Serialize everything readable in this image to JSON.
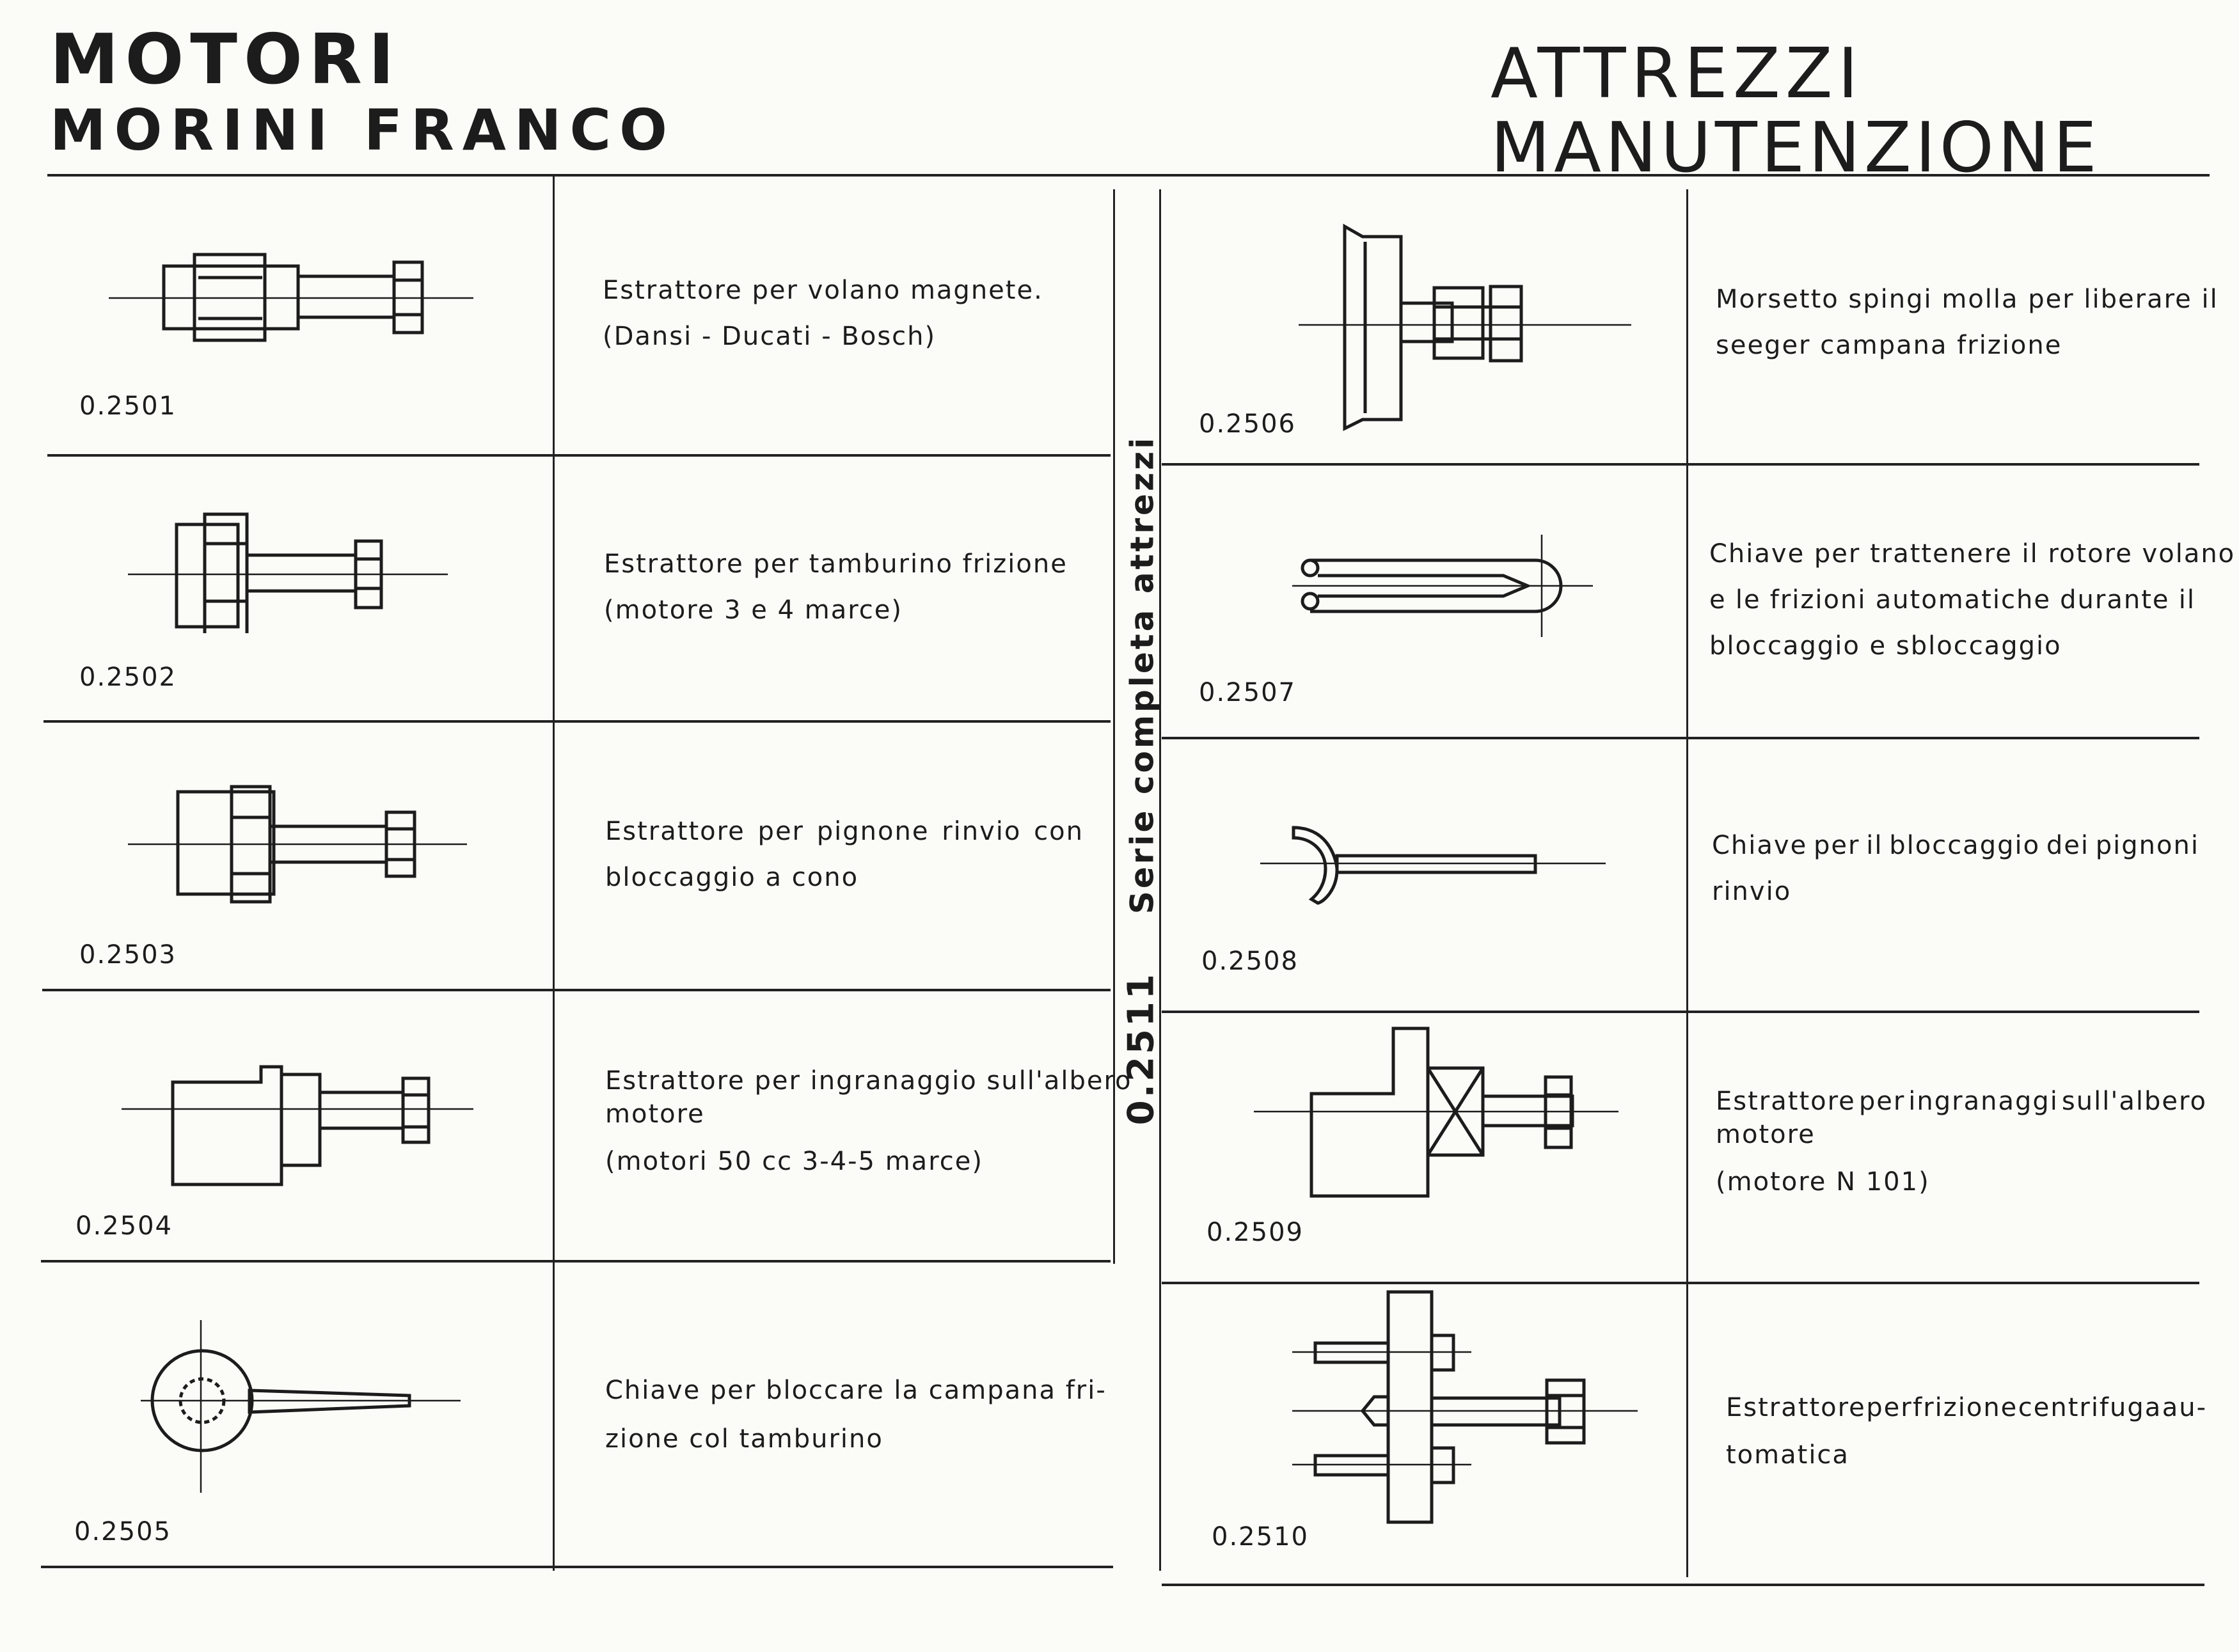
{
  "header": {
    "brand_line1": "MOTORI",
    "brand_line2": "MORINI FRANCO",
    "title_line1": "ATTREZZI",
    "title_line2": "MANUTENZIONE"
  },
  "series_label": {
    "code": "0.2511",
    "text": "Serie completa attrezzi"
  },
  "left_items": [
    {
      "code": "0.2501",
      "lines": [
        "Estrattore per volano magnete.",
        "(Dansi - Ducati - Bosch)"
      ]
    },
    {
      "code": "0.2502",
      "lines": [
        "Estrattore per tamburino frizione",
        "(motore 3 e 4 marce)"
      ]
    },
    {
      "code": "0.2503",
      "lines": [
        "Estrattore per pignone rinvio con",
        "bloccaggio a cono"
      ]
    },
    {
      "code": "0.2504",
      "lines": [
        "Estrattore per ingranaggio sull'albero",
        "motore",
        "(motori 50 cc 3-4-5 marce)"
      ]
    },
    {
      "code": "0.2505",
      "lines": [
        "Chiave per bloccare la campana fri-",
        "zione col tamburino"
      ]
    }
  ],
  "right_items": [
    {
      "code": "0.2506",
      "lines": [
        "Morsetto spingi molla per liberare il",
        "seeger campana frizione"
      ]
    },
    {
      "code": "0.2507",
      "lines": [
        "Chiave per trattenere il rotore volano",
        "e le frizioni automatiche durante il",
        "bloccaggio e sbloccaggio"
      ]
    },
    {
      "code": "0.2508",
      "lines": [
        "Chiave per il bloccaggio dei pignoni",
        "rinvio"
      ]
    },
    {
      "code": "0.2509",
      "lines": [
        "Estrattore per ingranaggi sull'albero",
        "motore",
        "(motore N 101)"
      ]
    },
    {
      "code": "0.2510",
      "lines": [
        "Estrattore per frizione centrifuga au-",
        "tomatica"
      ]
    }
  ]
}
